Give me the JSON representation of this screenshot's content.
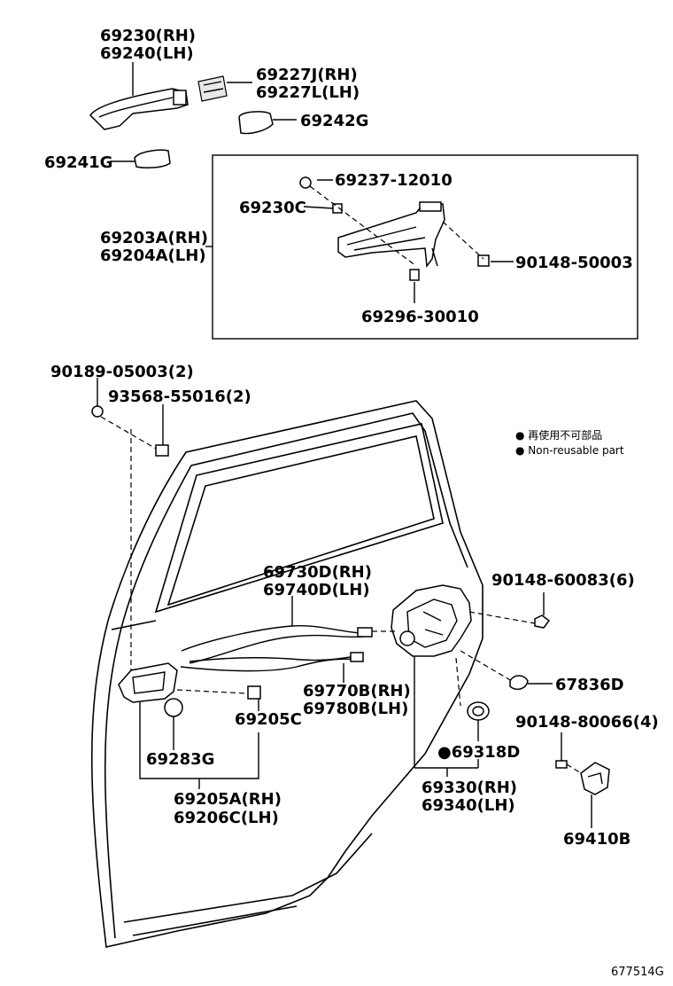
{
  "labels": {
    "l_69230": "69230(RH)",
    "l_69240": "69240(LH)",
    "l_69227J": "69227J(RH)",
    "l_69227L": "69227L(LH)",
    "l_69242G": "69242G",
    "l_69241G": "69241G",
    "l_69237": "69237-12010",
    "l_69230C": "69230C",
    "l_69203A": "69203A(RH)",
    "l_69204A": "69204A(LH)",
    "l_90148_50003": "90148-50003",
    "l_69296": "69296-30010",
    "l_90189": "90189-05003(2)",
    "l_93568": "93568-55016(2)",
    "l_69730D": "69730D(RH)",
    "l_69740D": "69740D(LH)",
    "l_90148_60083": "90148-60083(6)",
    "l_67836D": "67836D",
    "l_69770B": "69770B(RH)",
    "l_69780B": "69780B(LH)",
    "l_69205C": "69205C",
    "l_69283G": "69283G",
    "l_69318D": "●69318D",
    "l_90148_80066": "90148-80066(4)",
    "l_69205A": "69205A(RH)",
    "l_69206C": "69206C(LH)",
    "l_69330": "69330(RH)",
    "l_69340": "69340(LH)",
    "l_69410B": "69410B"
  },
  "legend": {
    "jp": "● 再使用不可部品",
    "en": "● Non-reusable part"
  },
  "diagram_ref": "677514G"
}
